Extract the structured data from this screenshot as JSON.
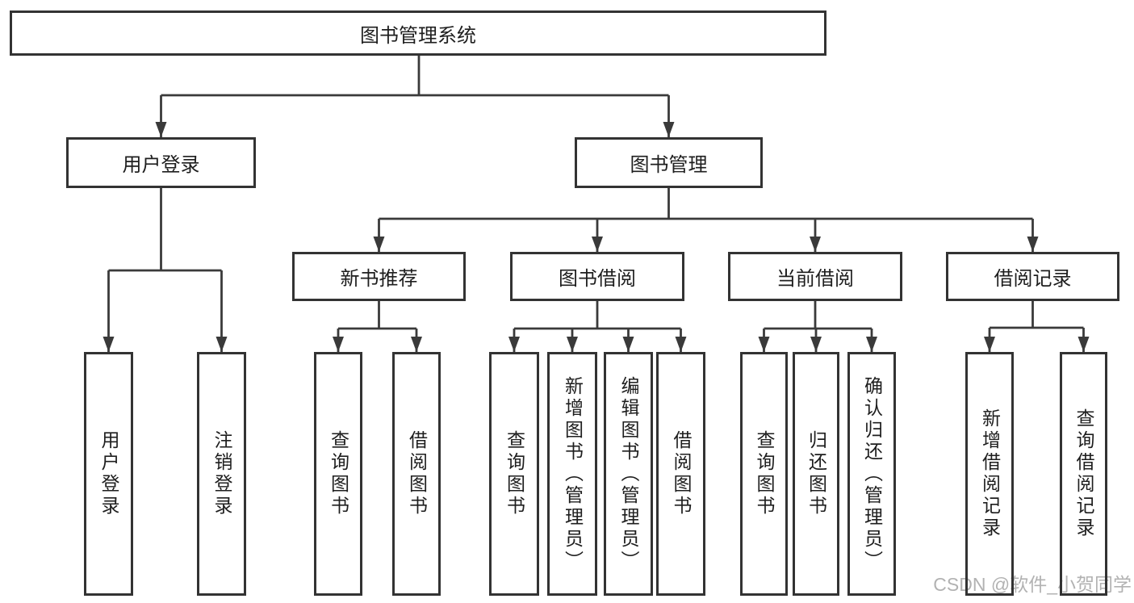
{
  "diagram_title": "图书管理系统",
  "nodes": {
    "root": "图书管理系统",
    "user_login": "用户登录",
    "book_mgmt": "图书管理",
    "new_book_rec": "新书推荐",
    "book_borrowing": "图书借阅",
    "current_borrowing": "当前借阅",
    "borrowing_records": "借阅记录",
    "ul_user_login": "用户登录",
    "ul_logout": "注销登录",
    "nbr_query_books": "查询图书",
    "nbr_borrow_books": "借阅图书",
    "bb_query_books": "查询图书",
    "bb_add_books_admin": "新增图书（管理员）",
    "bb_edit_books_admin": "编辑图书（管理员）",
    "bb_borrow_books": "借阅图书",
    "cb_query_books": "查询图书",
    "cb_return_books": "归还图书",
    "cb_confirm_return_admin": "确认归还（管理员）",
    "br_add_record": "新增借阅记录",
    "br_query_record": "查询借阅记录"
  },
  "hierarchy": {
    "图书管理系统": [
      "用户登录",
      "图书管理"
    ],
    "用户登录": [
      "用户登录",
      "注销登录"
    ],
    "图书管理": [
      "新书推荐",
      "图书借阅",
      "当前借阅",
      "借阅记录"
    ],
    "新书推荐": [
      "查询图书",
      "借阅图书"
    ],
    "图书借阅": [
      "查询图书",
      "新增图书（管理员）",
      "编辑图书（管理员）",
      "借阅图书"
    ],
    "当前借阅": [
      "查询图书",
      "归还图书",
      "确认归还（管理员）"
    ],
    "借阅记录": [
      "新增借阅记录",
      "查询借阅记录"
    ]
  },
  "watermark": "CSDN @软件_小贺同学",
  "colors": {
    "line": "#3a3a3a",
    "box_border": "#333333",
    "text": "#1e1e1e",
    "watermark": "#b2b2b2",
    "background": "#ffffff"
  }
}
